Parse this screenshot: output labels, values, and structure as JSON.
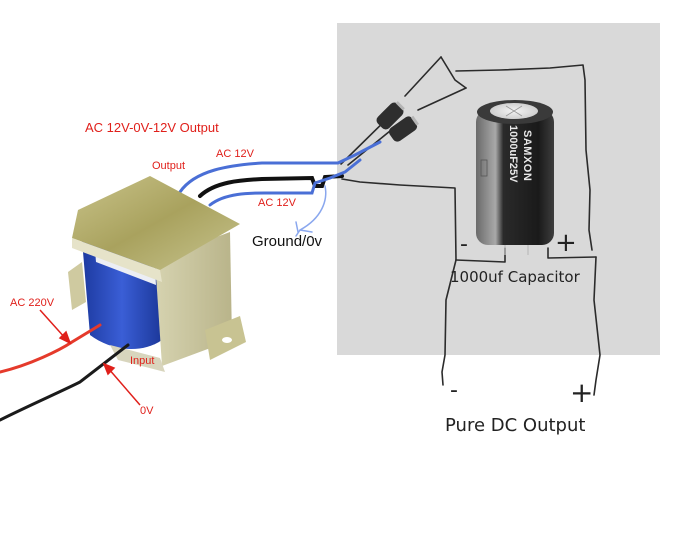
{
  "diagram": {
    "title": "Transformer to pure DC output circuit",
    "transformer": {
      "output_title": "AC 12V-0V-12V Output",
      "output_label": "Output",
      "secondary_top_label": "AC 12V",
      "secondary_bottom_label": "AC 12V",
      "ground_label": "Ground/0v",
      "primary_live_label": "AC 220V",
      "input_label": "Input",
      "primary_neutral_label": "0V"
    },
    "rectifier": {
      "component": "diode pair",
      "diode_count": 2
    },
    "capacitor": {
      "label": "1000uf Capacitor",
      "brand_print": "SAMXON",
      "rating_print": "1000uF25V",
      "negative_symbol": "-",
      "positive_symbol": "+"
    },
    "output": {
      "label": "Pure DC Output",
      "negative_symbol": "-",
      "positive_symbol": "+"
    },
    "colors": {
      "annotation_red": "#e0201b",
      "secondary_wire_blue": "#4a6fd6",
      "ground_arrow_blue": "#8aa7ee",
      "panel_gray": "#d9d9d9",
      "hand_wire": "#2b2b2b",
      "transformer_core": "#b8b278",
      "coil_blue": "#2448b8"
    }
  }
}
